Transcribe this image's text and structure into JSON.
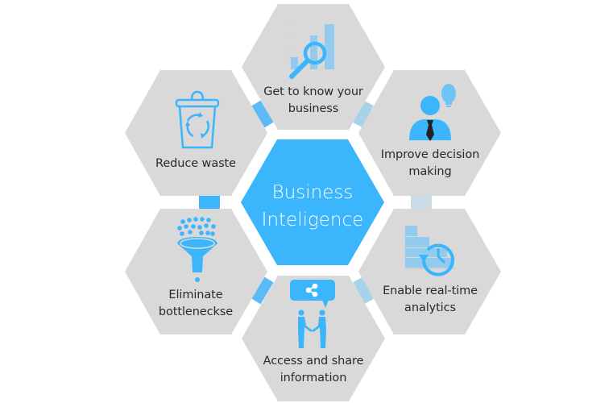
{
  "center": {
    "line1": "Business",
    "line2": "Inteligence",
    "color": "#3bb5fb"
  },
  "colors": {
    "hex_fill": "#d9d9d9",
    "accent": "#3bb5fb",
    "accent_light": "#a8d2ea",
    "icon_light": "#8ec9ef",
    "text": "#2a2a2a",
    "background": "#ffffff"
  },
  "items": [
    {
      "id": "top",
      "icon": "magnifier-bar-chart-icon",
      "line1": "Get to know your",
      "line2": "business"
    },
    {
      "id": "top-right",
      "icon": "businessman-lightbulb-icon",
      "line1": "Improve decision",
      "line2": "making"
    },
    {
      "id": "bottom-right",
      "icon": "history-bar-chart-icon",
      "line1": "Enable real-time",
      "line2": "analytics"
    },
    {
      "id": "bottom",
      "icon": "handshake-share-icon",
      "line1": "Access and share",
      "line2": "information"
    },
    {
      "id": "bottom-left",
      "icon": "funnel-icon",
      "line1": "Eliminate",
      "line2": "bottleneckse"
    },
    {
      "id": "top-left",
      "icon": "recycle-bin-icon",
      "line1": "Reduce waste",
      "line2": ""
    }
  ]
}
